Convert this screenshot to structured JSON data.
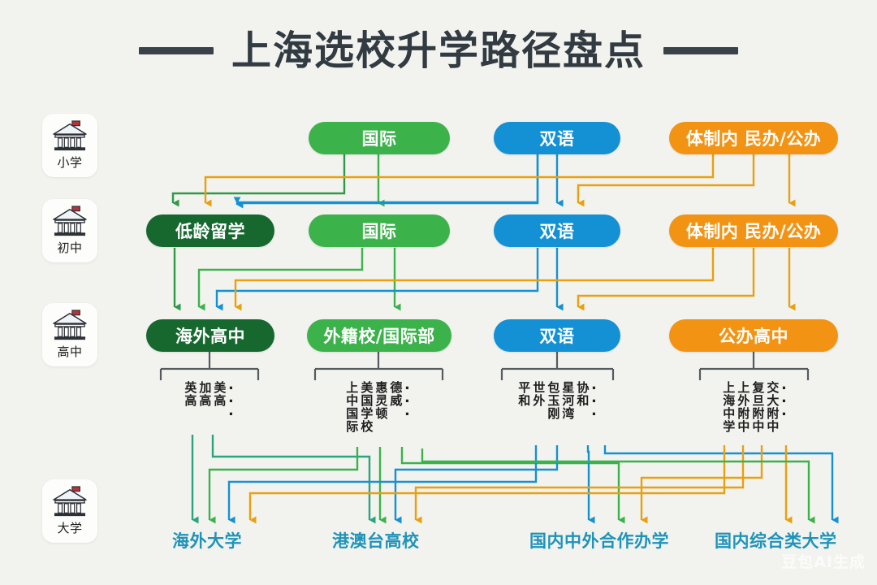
{
  "header": {
    "title": "上海选校升学路径盘点",
    "rule_left": "—",
    "rule_right": "—"
  },
  "colors": {
    "green": "#3cb24b",
    "dark_green": "#16682f",
    "blue": "#1490d4",
    "orange": "#f39314",
    "university_text": "#1f93b8",
    "background": "#f2f3ef",
    "title_text": "#323b42"
  },
  "stages": [
    {
      "label": "小学",
      "icon": "bank-icon"
    },
    {
      "label": "初中",
      "icon": "bank-icon"
    },
    {
      "label": "高中",
      "icon": "bank-icon"
    },
    {
      "label": "大学",
      "icon": "bank-icon"
    }
  ],
  "rows": {
    "primary": [
      {
        "label": "国际",
        "color": "green"
      },
      {
        "label": "双语",
        "color": "blue"
      },
      {
        "label": "体制内 民办/公办",
        "color": "orange"
      }
    ],
    "middle": [
      {
        "label": "低龄留学",
        "color": "dark_green"
      },
      {
        "label": "国际",
        "color": "green"
      },
      {
        "label": "双语",
        "color": "blue"
      },
      {
        "label": "体制内 民办/公办",
        "color": "orange"
      }
    ],
    "high": [
      {
        "label": "海外高中",
        "color": "dark_green"
      },
      {
        "label": "外籍校/国际部",
        "color": "green"
      },
      {
        "label": "双语",
        "color": "blue"
      },
      {
        "label": "公办高中",
        "color": "orange"
      }
    ],
    "university": [
      {
        "label": "海外大学"
      },
      {
        "label": "港澳台高校"
      },
      {
        "label": "国内中外合作办学"
      },
      {
        "label": "国内综合类大学"
      }
    ]
  },
  "school_examples": [
    {
      "parent": "海外高中",
      "columns": [
        "英高",
        "加高",
        "美高"
      ],
      "ellipsis": "⋮"
    },
    {
      "parent": "外籍校/国际部",
      "columns": [
        "上中国际",
        "美国学校",
        "惠灵顿",
        "德威"
      ],
      "ellipsis": "⋮"
    },
    {
      "parent": "双语",
      "columns": [
        "平和",
        "世外",
        "包玉刚",
        "星河湾",
        "协和"
      ],
      "ellipsis": "⋮"
    },
    {
      "parent": "公办高中",
      "columns": [
        "上海中学",
        "上外附中",
        "复旦附中",
        "交大附中"
      ],
      "ellipsis": "⋮"
    }
  ],
  "watermark": {
    "text": "豆包AI生成"
  }
}
